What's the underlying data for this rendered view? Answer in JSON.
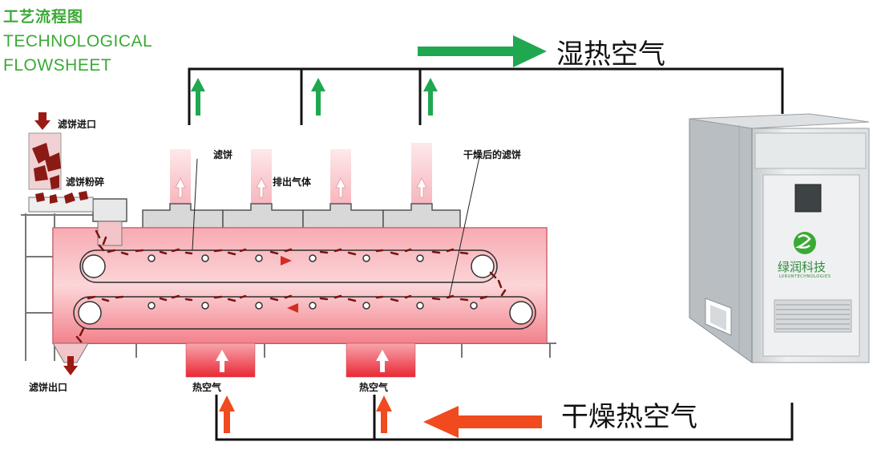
{
  "header": {
    "title_cn": "工艺流程图",
    "title_en_line1": "TECHNOLOGICAL",
    "title_en_line2": "FLOWSHEET"
  },
  "flow_labels": {
    "humid_air": "湿热空气",
    "dry_air": "干燥热空气"
  },
  "dryer_labels": {
    "cake_inlet": "滤饼进口",
    "cake_crushing": "滤饼粉碎",
    "cake": "滤饼",
    "exhaust_gas": "排出气体",
    "dried_cake": "干燥后的滤饼",
    "cake_outlet": "滤饼出口",
    "hot_air_1": "热空气",
    "hot_air_2": "热空气"
  },
  "unit": {
    "brand_cn": "绿润科技",
    "brand_en": "LVRUNTECHNOLOGIES"
  },
  "colors": {
    "brand_green": "#3aaa35",
    "up_arrow_green": "#1fa84f",
    "flow_arrow_red": "#f04a1e",
    "dryer_red": "#f4848f",
    "dark_red": "#8b1a14"
  },
  "icons": [
    "up-arrow-icon",
    "right-arrow-icon",
    "left-arrow-icon",
    "down-arrow-icon",
    "logo-icon"
  ]
}
